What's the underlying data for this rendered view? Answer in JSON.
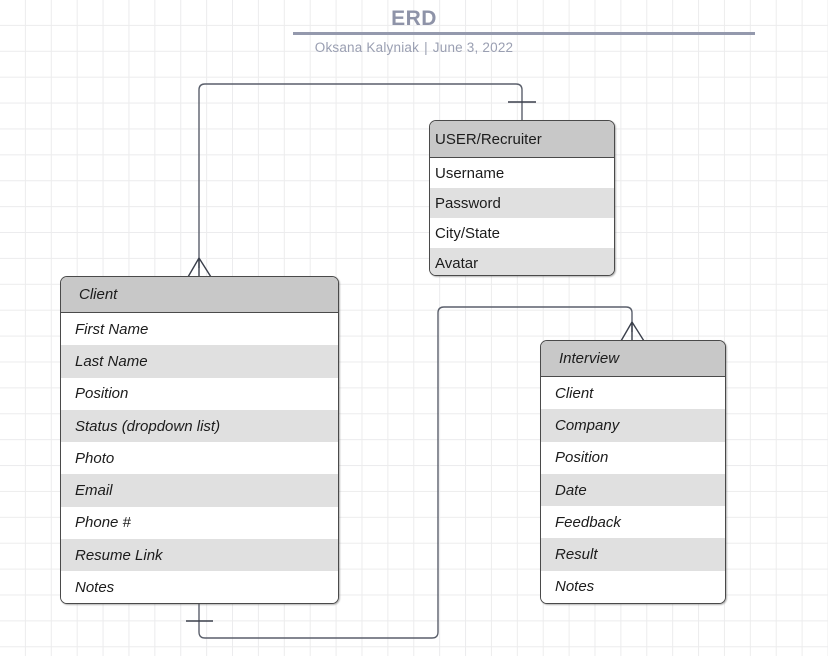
{
  "document": {
    "title": "ERD",
    "author": "Oksana Kalyniak",
    "separator": "|",
    "date": "June 3, 2022",
    "accent_color": "#9499ad",
    "header_fill": "#c8c8c8",
    "row_alt_fill": "#e0e0e0",
    "line_color": "#5a5f6b",
    "canvas_background": "#ffffff",
    "grid_color": "#ececed"
  },
  "entities": [
    {
      "name": "USER/Recruiter",
      "italic": false,
      "attributes": [
        "Username",
        "Password",
        "City/State",
        "Avatar"
      ]
    },
    {
      "name": "Client",
      "italic": true,
      "attributes": [
        "First Name",
        "Last Name",
        "Position",
        "Status (dropdown list)",
        "Photo",
        "Email",
        "Phone #",
        "Resume Link",
        "Notes"
      ]
    },
    {
      "name": "Interview",
      "italic": true,
      "attributes": [
        "Client",
        "Company",
        "Position",
        "Date",
        "Feedback",
        "Result",
        "Notes"
      ]
    }
  ],
  "relationships": [
    {
      "from": "USER/Recruiter",
      "to": "Client",
      "from_cardinality": "one",
      "to_cardinality": "many"
    },
    {
      "from": "Client",
      "to": "Interview",
      "from_cardinality": "one",
      "to_cardinality": "many"
    }
  ]
}
